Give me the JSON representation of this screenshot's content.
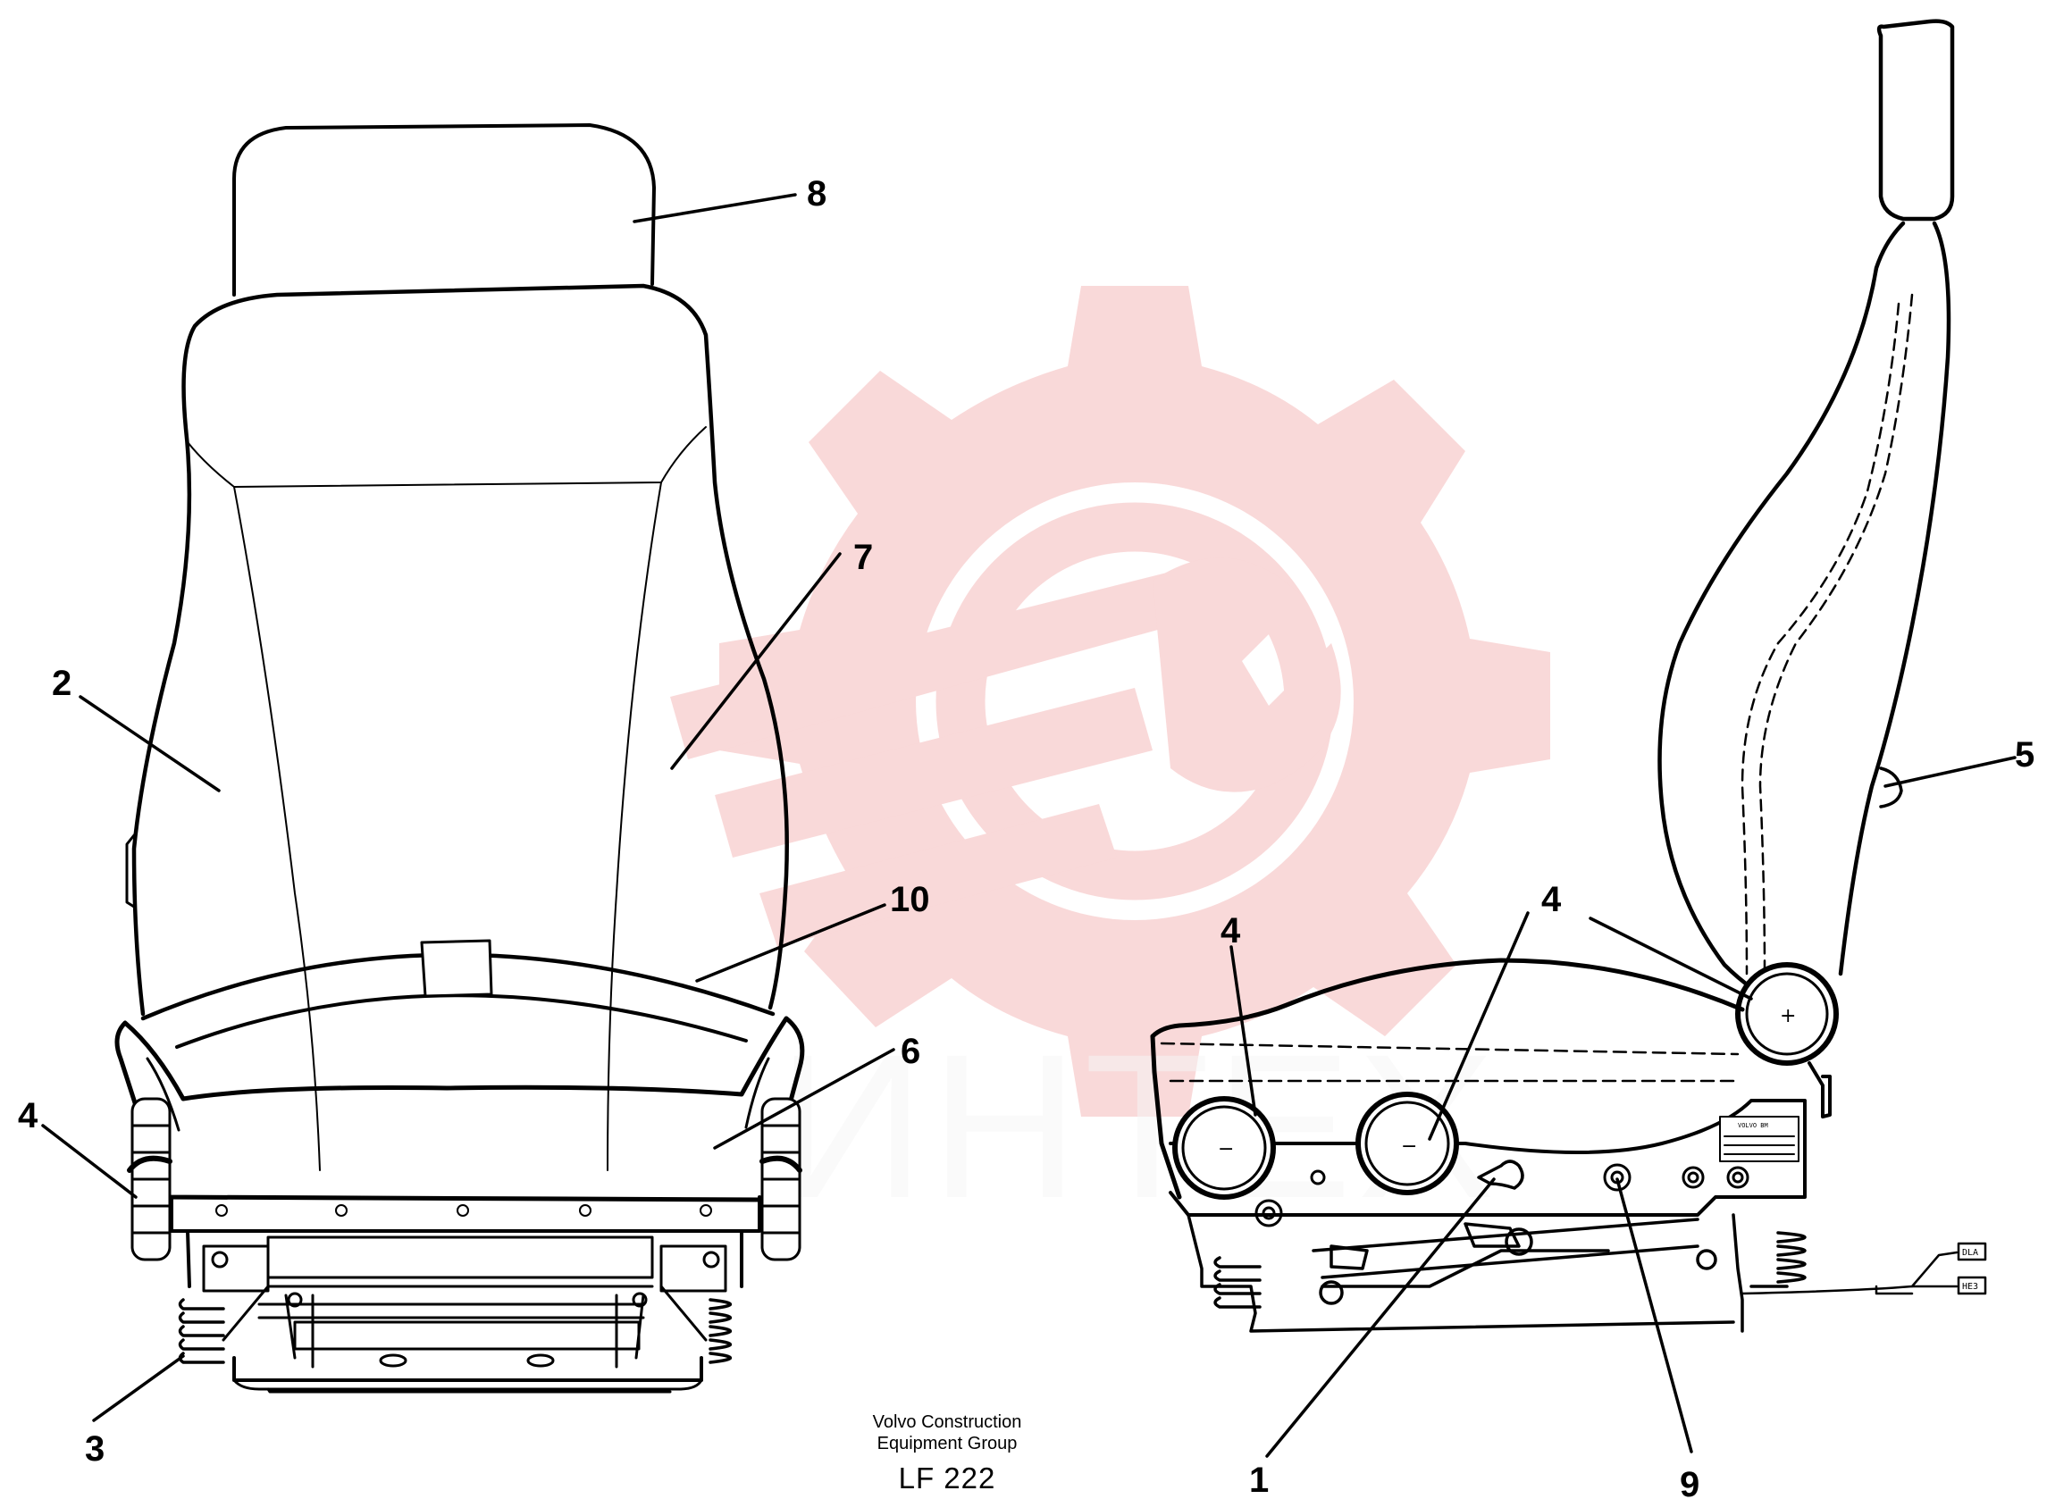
{
  "diagram": {
    "callouts": [
      {
        "id": "c8",
        "label": "8"
      },
      {
        "id": "c7",
        "label": "7"
      },
      {
        "id": "c2",
        "label": "2"
      },
      {
        "id": "c10",
        "label": "10"
      },
      {
        "id": "c6",
        "label": "6"
      },
      {
        "id": "c4a",
        "label": "4"
      },
      {
        "id": "c3",
        "label": "3"
      },
      {
        "id": "c5",
        "label": "5"
      },
      {
        "id": "c4b",
        "label": "4"
      },
      {
        "id": "c4c",
        "label": "4"
      },
      {
        "id": "c1",
        "label": "1"
      },
      {
        "id": "c9",
        "label": "9"
      }
    ],
    "knob_signs": {
      "minus": "−",
      "plus": "+"
    },
    "plate_label": "VOLVO BM",
    "plug_labels": [
      "DLA",
      "HE3"
    ]
  },
  "watermark": {
    "text": "ИНТЕХ",
    "gear_color": "#e84a4a",
    "text_color": "#c8c8c8"
  },
  "footer": {
    "line1": "Volvo Construction",
    "line2": "Equipment Group",
    "code": "LF 222"
  }
}
